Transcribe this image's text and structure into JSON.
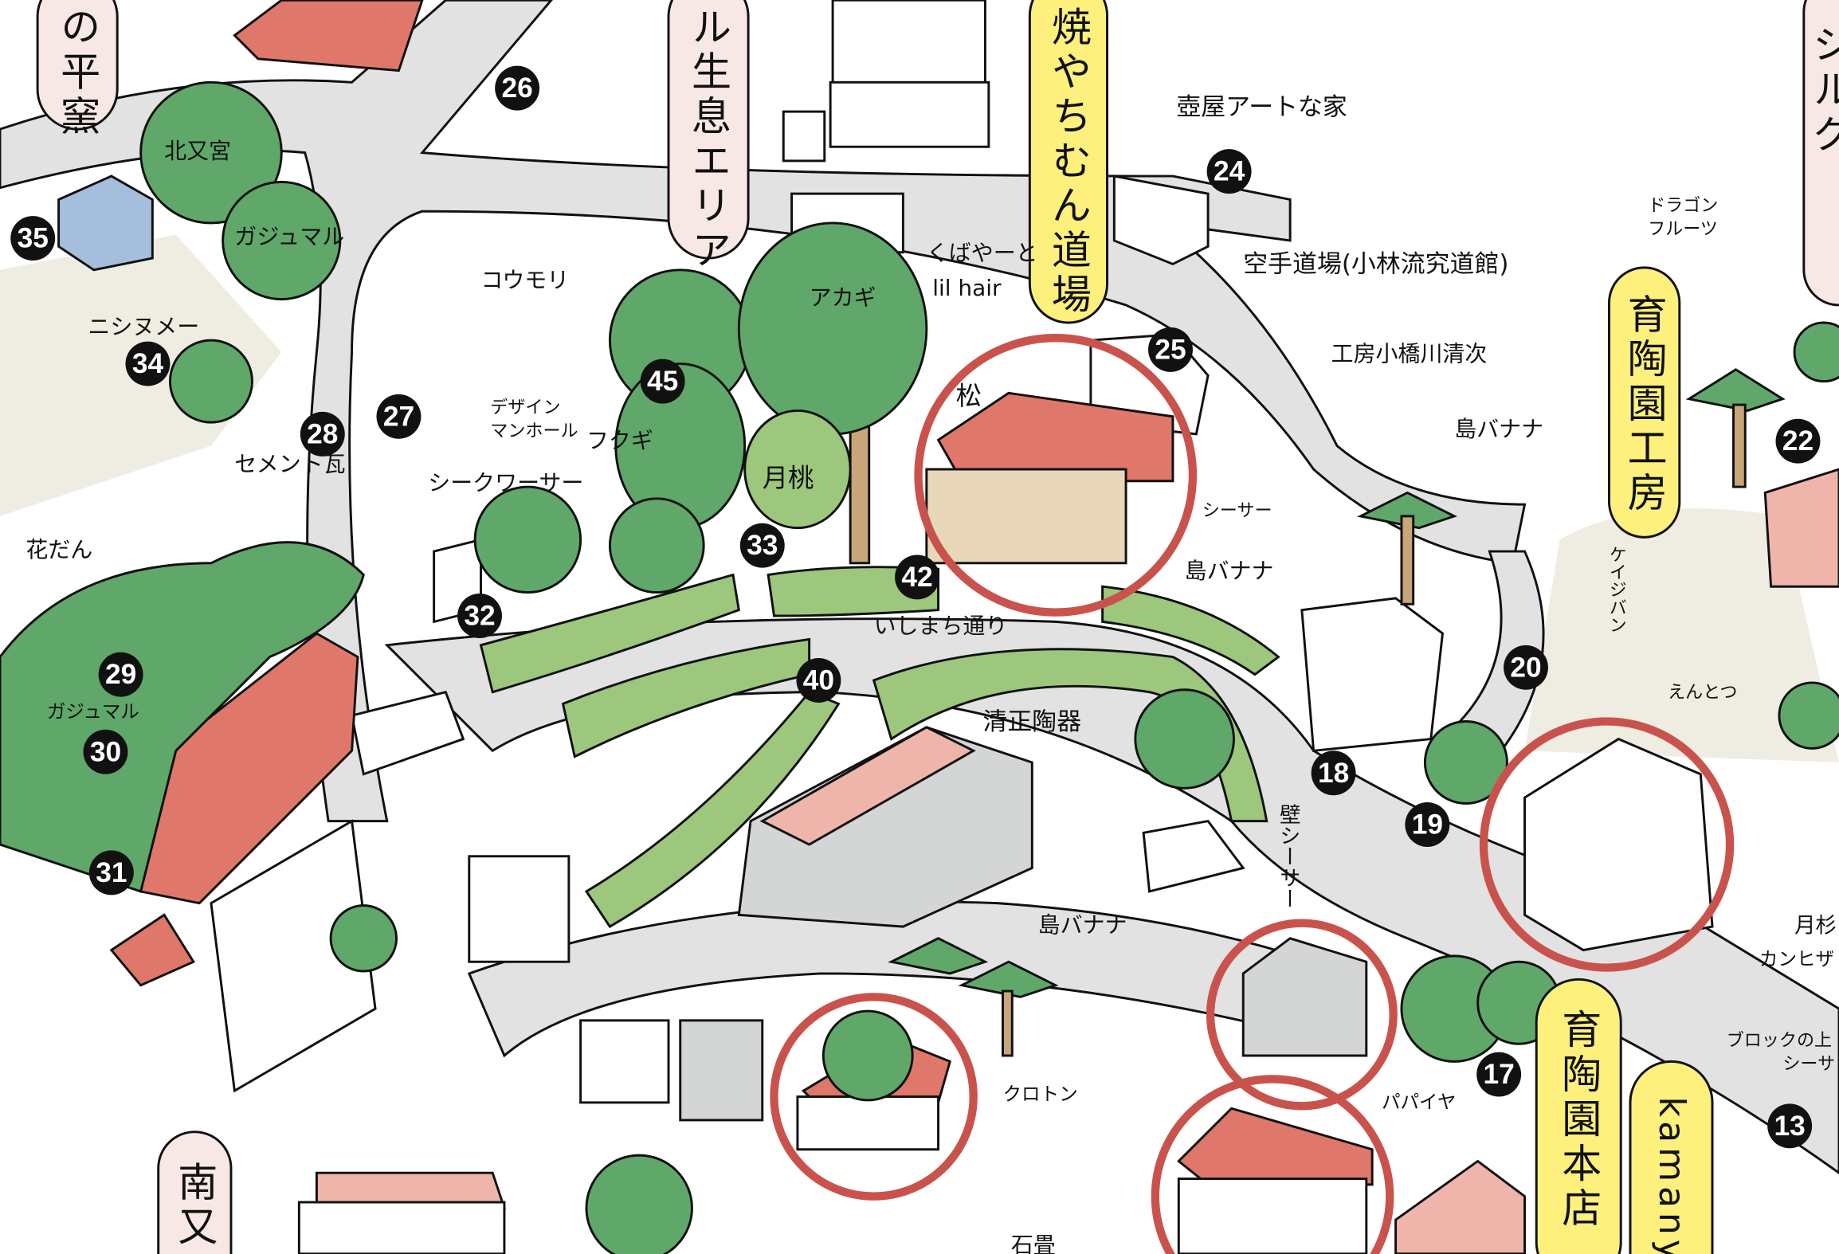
{
  "map": {
    "colors": {
      "road": "#e2e2e2",
      "tree": "#5fa86a",
      "hedge": "#9cc77c",
      "roof": "#e0776b",
      "highlight_ring": "#c9534c",
      "banner_yellow": "#fdf07c",
      "banner_pink": "#f7e8e6"
    },
    "markers": [
      "26",
      "24",
      "35",
      "25",
      "34",
      "28",
      "27",
      "45",
      "22",
      "33",
      "42",
      "32",
      "20",
      "29",
      "40",
      "30",
      "18",
      "19",
      "31",
      "17",
      "13"
    ],
    "banners": {
      "noborigama": "の平窯",
      "habitat_area": "ル生息エリア",
      "yachimun_dojo": "焼やちむん道場",
      "ikutouen_koubou": "育陶園工房",
      "ikutouen_honten": "育陶園本店",
      "kamany": "kamany",
      "right_edge": "ジルグ",
      "bottom_left": "南又"
    },
    "labels": {
      "kitamata_miya": "北又宮",
      "gajumaru_1": "ガジュマル",
      "nishinume": "ニシヌメー",
      "cement_tile": "セメント瓦",
      "flowerbed": "花だん",
      "bat": "コウモリ",
      "design_manhole_1": "デザイン",
      "design_manhole_2": "マンホール",
      "fukugi": "フクギ",
      "shikuwasa": "シークワーサー",
      "akagi": "アカギ",
      "kubayato_1": "くばやーと",
      "kubayato_2": "lil hair",
      "matsu": "松",
      "getto": "月桃",
      "ishimachi_street": "いしまち通り",
      "kiyomasa_touki": "清正陶器",
      "tsuboya_art_house": "壺屋アートな家",
      "karate_dojo": "空手道場(小林流究道館)",
      "kobo_kobashikawa": "工房小橋川清次",
      "shima_banana_1": "島バナナ",
      "shisa_1": "シーサー",
      "shima_banana_2": "島バナナ",
      "keijiban": "ケイジバン",
      "entotsu": "えんとつ",
      "dragon_fruit_1": "ドラゴン",
      "dragon_fruit_2": "フルーツ",
      "kabe_shisa": "壁シーサー",
      "shima_banana_3": "島バナナ",
      "croton": "クロトン",
      "papaya": "パパイヤ",
      "gajumaru_2": "ガジュマル",
      "getto_kanhizakura_1": "月杉",
      "getto_kanhizakura_2": "カンヒザ",
      "block_shisa_1": "ブロックの上",
      "block_shisa_2": "シーサ",
      "stone_wall": "石畳"
    }
  }
}
